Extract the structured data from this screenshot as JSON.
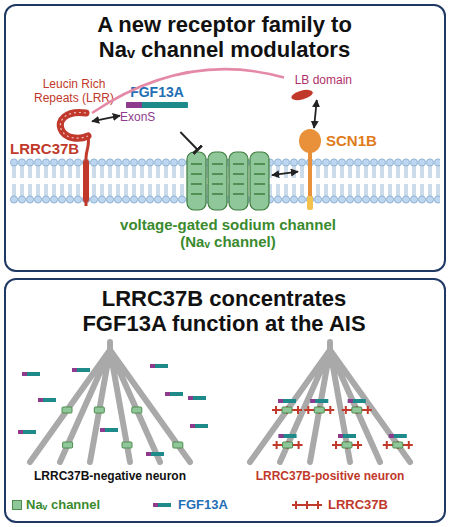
{
  "diagram": {
    "nodes": [
      {
        "text": [
          "A new receptor family to Naᵥ channel modulators"
        ]
      },
      {
        "text": [
          "Leucin Rich Repeats (LRR)"
        ],
        "in": 0
      },
      {
        "text": [
          "FGF13A",
          "ExonS"
        ],
        "in": 0
      },
      {
        "text": [
          "LB domain"
        ],
        "in": 0
      },
      {
        "text": [
          "voltage-gated sodium channel (Naᵥ channel)"
        ],
        "in": 0
      },
      {
        "text": [
          "SCN1B"
        ],
        "in": 0
      },
      {
        "text": [
          "LRRC37B concentrates FGF13A function at the AIS"
        ]
      }
    ],
    "edges": [
      {
        "from": 1,
        "to": 2,
        "arrow": "both"
      },
      {
        "from": 2,
        "to": 4,
        "arrow": "to"
      },
      {
        "from": 1,
        "to": 3,
        "arrow": "none"
      },
      {
        "from": 3,
        "to": 5,
        "arrow": "both"
      },
      {
        "from": 4,
        "to": 5,
        "arrow": "both"
      }
    ],
    "labels": [
      "LRRC37B",
      "LRRC37B-negative neuron",
      "LRRC37B-positive neuron"
    ],
    "legend": [
      {
        "text": "Naᵥ channel",
        "color": "#8fc79a"
      },
      {
        "text": "FGF13A"
      },
      {
        "text": "LRRC37B"
      }
    ]
  }
}
